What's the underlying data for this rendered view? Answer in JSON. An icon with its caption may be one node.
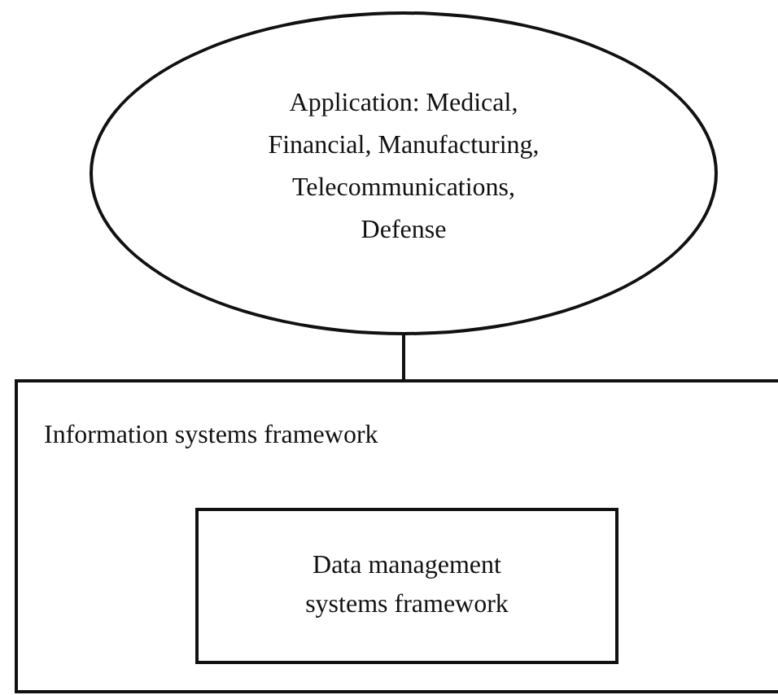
{
  "diagram": {
    "nodes": [
      {
        "text": [
          "Application: Medical, Financial, Manufacturing, Telecommunications, Defense"
        ]
      },
      {
        "text": [
          "Information systems framework"
        ]
      },
      {
        "text": [
          "Data management systems framework"
        ],
        "in": 1
      }
    ],
    "edges": [
      {
        "from": 0,
        "to": 1,
        "arrow": "none"
      }
    ]
  }
}
